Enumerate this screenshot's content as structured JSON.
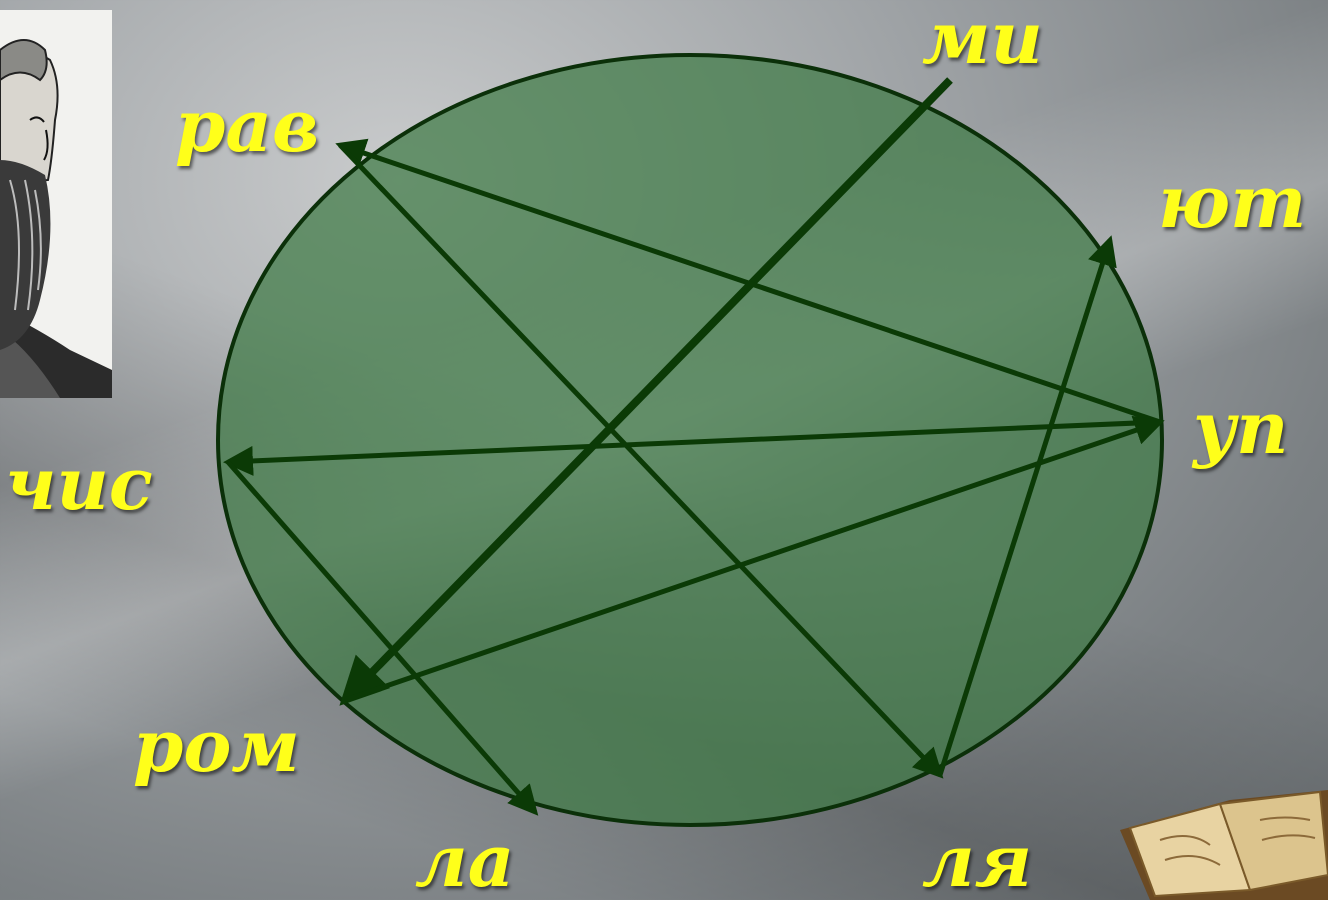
{
  "syllables": [
    {
      "id": "mi",
      "text": "ми"
    },
    {
      "id": "rav",
      "text": "рав"
    },
    {
      "id": "yut",
      "text": "ют"
    },
    {
      "id": "up",
      "text": "уп"
    },
    {
      "id": "chis",
      "text": "чис"
    },
    {
      "id": "rom",
      "text": "ром"
    },
    {
      "id": "la",
      "text": "ла"
    },
    {
      "id": "lya",
      "text": "ля"
    }
  ],
  "arrows": [
    {
      "from": "mi",
      "to": "rom"
    },
    {
      "from": "up",
      "to": "rav"
    },
    {
      "from": "rav",
      "to": "lya"
    },
    {
      "from": "lya",
      "to": "yut"
    },
    {
      "from": "up",
      "to": "chis"
    },
    {
      "from": "chis",
      "to": "la"
    },
    {
      "from": "rom",
      "to": "up"
    }
  ],
  "colors": {
    "circle_fill": "#3f7a45",
    "circle_stroke": "#0b3009",
    "arrow": "#0b3a06",
    "label": "#ffff1a"
  },
  "icons": {
    "portrait": "bearded-scholar-portrait",
    "book": "open-book-icon"
  }
}
